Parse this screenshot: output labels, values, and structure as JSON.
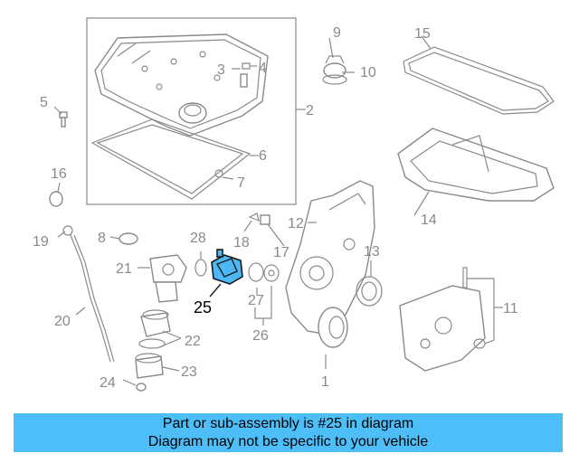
{
  "diagram": {
    "callouts": [
      "1",
      "2",
      "3",
      "4",
      "5",
      "6",
      "7",
      "8",
      "9",
      "10",
      "11",
      "12",
      "13",
      "14",
      "15",
      "16",
      "17",
      "18",
      "19",
      "20",
      "21",
      "22",
      "23",
      "24",
      "25",
      "26",
      "27",
      "28"
    ],
    "highlighted": "25",
    "highlight_color": "#4db8f5"
  },
  "banner": {
    "line1": "Part or sub-assembly is #25 in diagram",
    "line2": "Diagram may not be specific to your vehicle",
    "background": "#4dbef7"
  }
}
